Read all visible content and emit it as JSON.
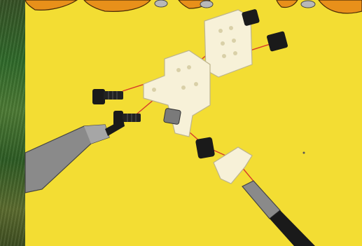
{
  "colors": {
    "background": "#f3dd33",
    "leaf": "#e8901a",
    "plate": "#f7f1d8",
    "nut": "#1a1a1a",
    "bolt": "#222222",
    "laser": "#d63a2a",
    "screwdriver_body": "#8a8a8a",
    "strip": "#2f6a2a"
  },
  "icons": [
    "leaf-decoration",
    "mounting-plate",
    "bracket",
    "nut",
    "bolt",
    "screwdriver",
    "laser-line"
  ]
}
